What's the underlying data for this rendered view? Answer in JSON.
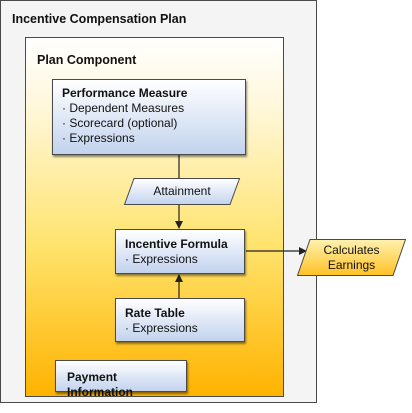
{
  "diagram": {
    "plan": {
      "title": "Incentive Compensation Plan"
    },
    "component": {
      "title": "Plan Component"
    },
    "performance_measure": {
      "title": "Performance Measure",
      "items": [
        "· Dependent Measures",
        "· Scorecard (optional)",
        "· Expressions"
      ]
    },
    "attainment": {
      "label": "Attainment"
    },
    "incentive_formula": {
      "title": "Incentive Formula",
      "items": [
        "· Expressions"
      ]
    },
    "rate_table": {
      "title": "Rate Table",
      "items": [
        "· Expressions"
      ]
    },
    "payment_information": {
      "title": "Payment Information"
    },
    "output": {
      "label": "Calculates\nEarnings"
    }
  },
  "colors": {
    "node_fill_top": "#ffffff",
    "node_fill_bottom": "#c3d3ee",
    "component_fill_bottom": "#ffb300",
    "output_fill": "#ffc125",
    "stroke": "#4a4a4a"
  }
}
